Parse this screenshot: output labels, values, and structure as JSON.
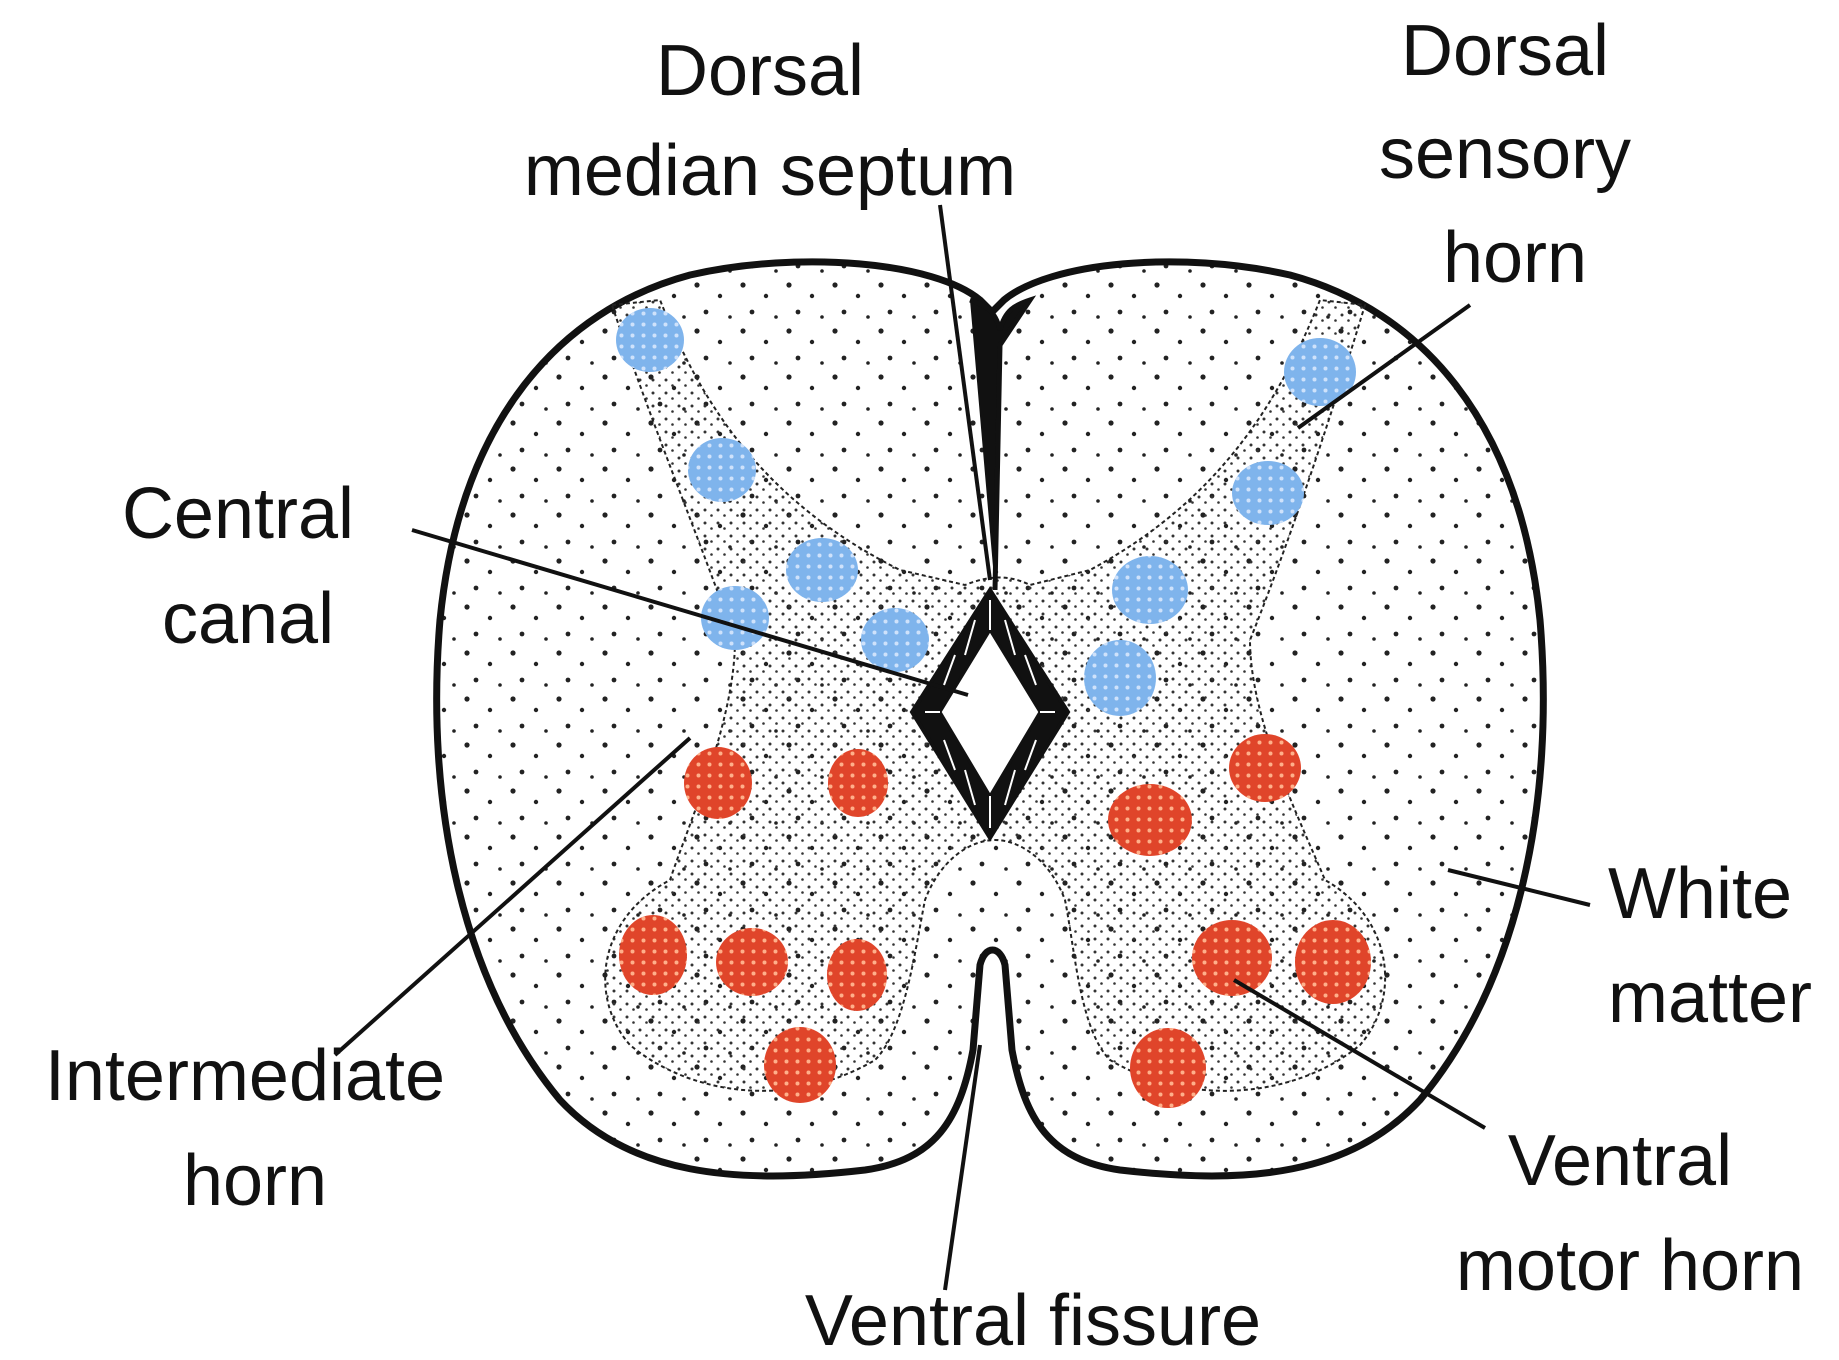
{
  "diagram": {
    "labels": {
      "dorsal_median_septum": [
        "Dorsal",
        "median septum"
      ],
      "dorsal_sensory_horn": [
        "Dorsal",
        "sensory",
        "horn"
      ],
      "central_canal": [
        "Central",
        "canal"
      ],
      "white_matter": [
        "White",
        "matter"
      ],
      "intermediate_horn": [
        "Intermediate",
        "horn"
      ],
      "ventral_motor_horn": [
        "Ventral",
        "motor horn"
      ],
      "ventral_fissure": [
        "Ventral fissure"
      ]
    },
    "colors": {
      "outline": "#111111",
      "sensory_nuclei": "#7fb4ec",
      "motor_nuclei": "#e0452a",
      "motor_nuclei_dots": "#ffb08a",
      "sensory_nuclei_dots": "#cfe2fb"
    }
  }
}
